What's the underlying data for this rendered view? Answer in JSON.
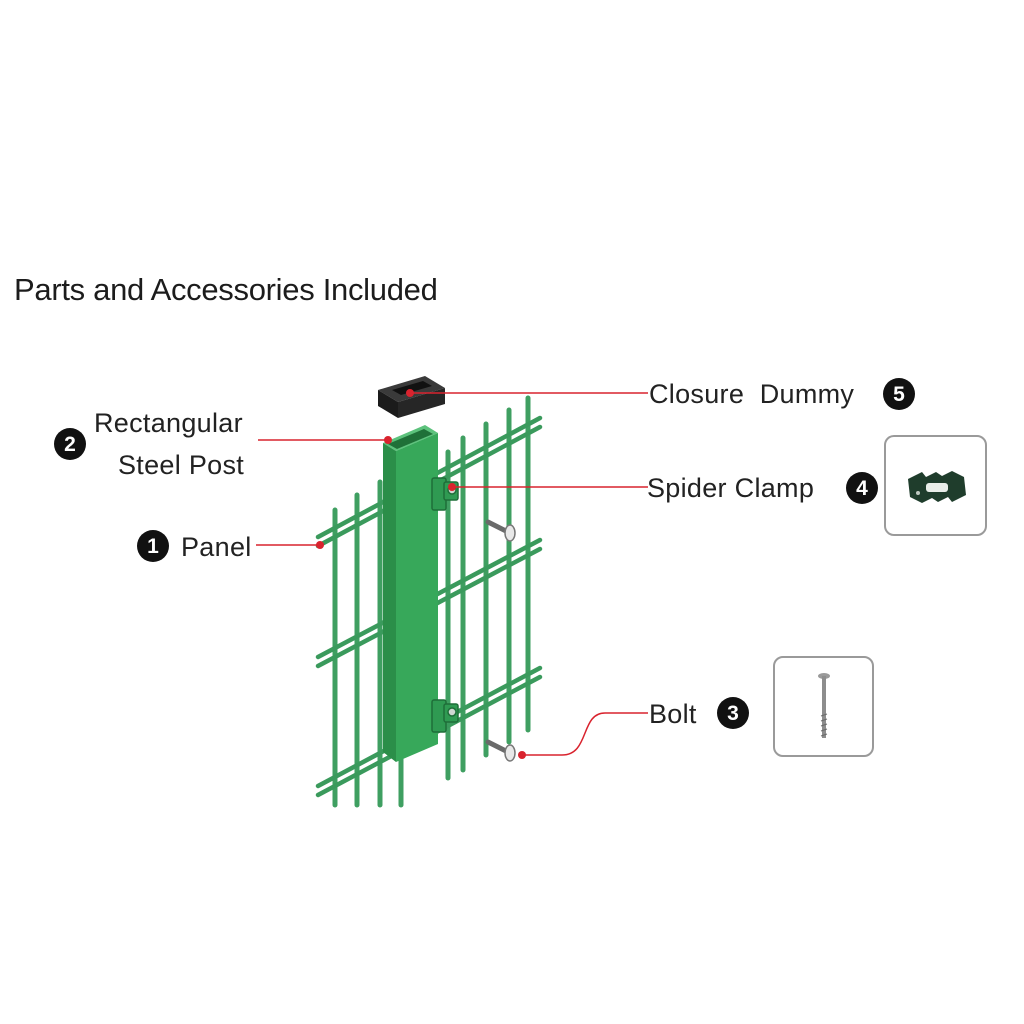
{
  "title": "Parts and Accessories Included",
  "parts": [
    {
      "number": "1",
      "label": "Panel"
    },
    {
      "number": "2",
      "label_line1": "Rectangular",
      "label_line2": "Steel Post"
    },
    {
      "number": "3",
      "label": "Bolt"
    },
    {
      "number": "4",
      "label": "Spider Clamp"
    },
    {
      "number": "5",
      "label": "Closure  Dummy"
    }
  ],
  "colors": {
    "post_green": "#2e9e52",
    "panel_green": "#3a9a5c",
    "leader_red": "#d9232e",
    "badge_black": "#111111"
  }
}
